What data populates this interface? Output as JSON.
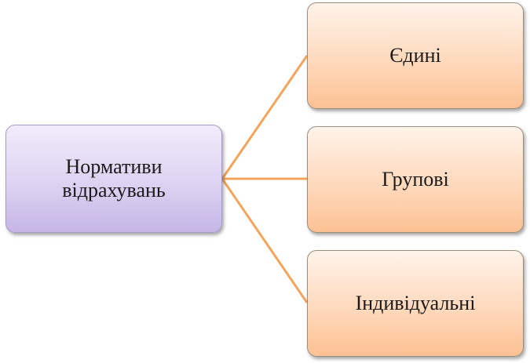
{
  "diagram": {
    "root": {
      "line1": "Нормативи",
      "line2": "відрахувань"
    },
    "children": [
      {
        "label": "Єдині"
      },
      {
        "label": "Групові"
      },
      {
        "label": "Індивідуальні"
      }
    ],
    "colors": {
      "connector": "#f4a55b",
      "root_fill": "#ddd2f1",
      "child_fill": "#fed7b8"
    }
  }
}
